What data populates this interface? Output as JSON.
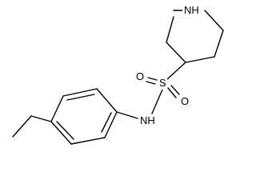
{
  "molecule": {
    "atoms": {
      "ring_nh": "NH",
      "sulfur": "S",
      "oxygen_left": "O",
      "oxygen_right": "O",
      "amide_nh": "NH"
    }
  }
}
